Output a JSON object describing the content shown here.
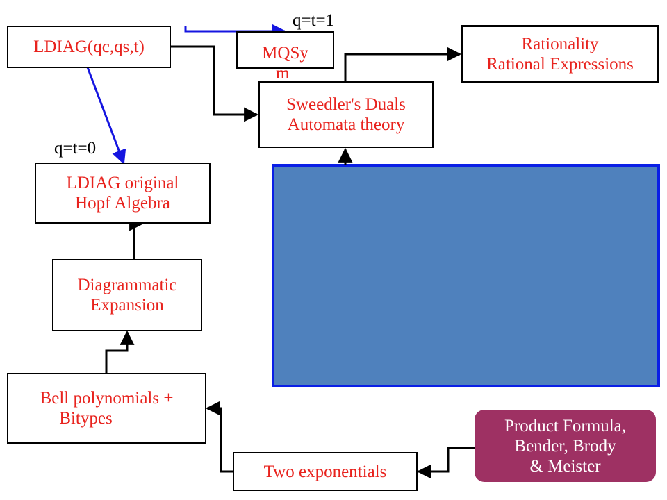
{
  "nodes": {
    "ldiag_qc": {
      "lines": [
        "LDIAG(qc,qs,t)"
      ]
    },
    "mqsym": {
      "lines": [
        "MQSy",
        "m"
      ]
    },
    "rationality": {
      "lines": [
        "Rationality",
        "Rational Expressions"
      ]
    },
    "sweedler": {
      "lines": [
        "Sweedler's Duals",
        "Automata theory"
      ]
    },
    "ldiag_original": {
      "lines": [
        "LDIAG original",
        "Hopf Algebra"
      ]
    },
    "diagrammatic": {
      "lines": [
        "Diagrammatic",
        "Expansion"
      ]
    },
    "bell": {
      "lines": [
        "Bell polynomials +",
        "Bitypes"
      ]
    },
    "two_exp": {
      "lines": [
        "Two exponentials"
      ]
    },
    "product_formula": {
      "lines": [
        "Product Formula,",
        "Bender, Brody",
        "& Meister"
      ]
    }
  },
  "labels": {
    "q_t_1": "q=t=1",
    "q_t_0": "q=t=0"
  },
  "colors": {
    "node_text": "#e8231e",
    "node_border": "#000000",
    "edge": "#000000",
    "highlight_edge": "#1515e0",
    "blue_panel_fill": "#4f81bd",
    "blue_panel_border": "#0a1fe6",
    "product_formula_fill": "#9e3163",
    "product_formula_text": "#ffffff"
  }
}
